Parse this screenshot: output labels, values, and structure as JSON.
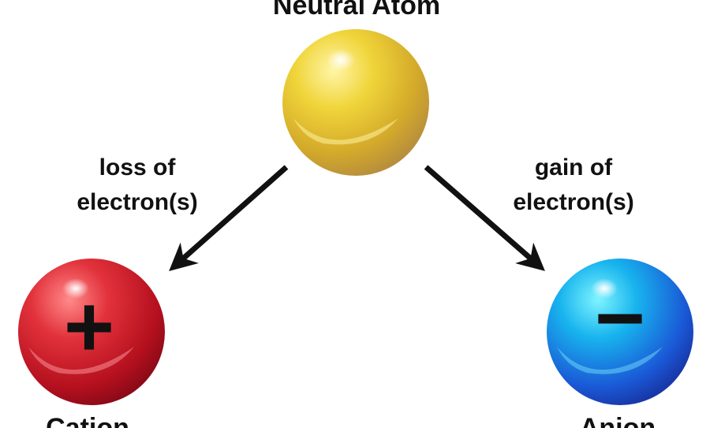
{
  "diagram": {
    "neutral_atom": {
      "title": "Neutral Atom",
      "color": "#e8c42c"
    },
    "cation": {
      "title": "Cation",
      "symbol": "+",
      "color": "#d6202e"
    },
    "anion": {
      "title": "Anion",
      "symbol": "−",
      "color": "#1f7fe0"
    },
    "left_arrow": {
      "line1": "loss of",
      "line2": "electron(s)"
    },
    "right_arrow": {
      "line1": "gain of",
      "line2": "electron(s)"
    },
    "arrow_color": "#111111"
  }
}
